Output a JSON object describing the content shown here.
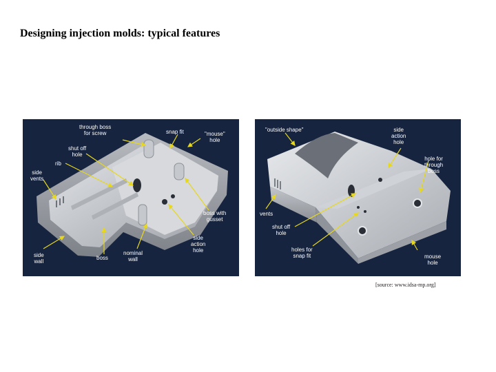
{
  "title": "Designing injection molds: typical features",
  "source": "[source: www.idsa-mp.org]",
  "left_panel": {
    "labels": {
      "through_boss": "through boss\nfor screw",
      "snap_fit": "snap fit",
      "mouse_hole": "\"mouse\"\nhole",
      "shut_off_hole": "shut off\nhole",
      "rib": "rib",
      "side_vents": "side\nvents",
      "boss_with_gusset": "boss with\ngusset",
      "side_action_hole": "side\naction\nhole",
      "nominal_wall": "nominal\nwall",
      "boss": "boss",
      "side_wall": "side\nwall"
    }
  },
  "right_panel": {
    "labels": {
      "outside_shape": "\"outside shape\"",
      "side_action_hole": "side\naction\nhole",
      "hole_for_through_boss": "hole for\nthrough\nboss",
      "vents": "vents",
      "shut_off_hole": "shut off\nhole",
      "holes_for_snap_fit": "holes for\nsnap fit",
      "mouse_hole": "mouse\nhole"
    }
  },
  "colors": {
    "panel_background": "#16243f",
    "arrow": "#e8d81c",
    "part": "#c9cbcf"
  }
}
